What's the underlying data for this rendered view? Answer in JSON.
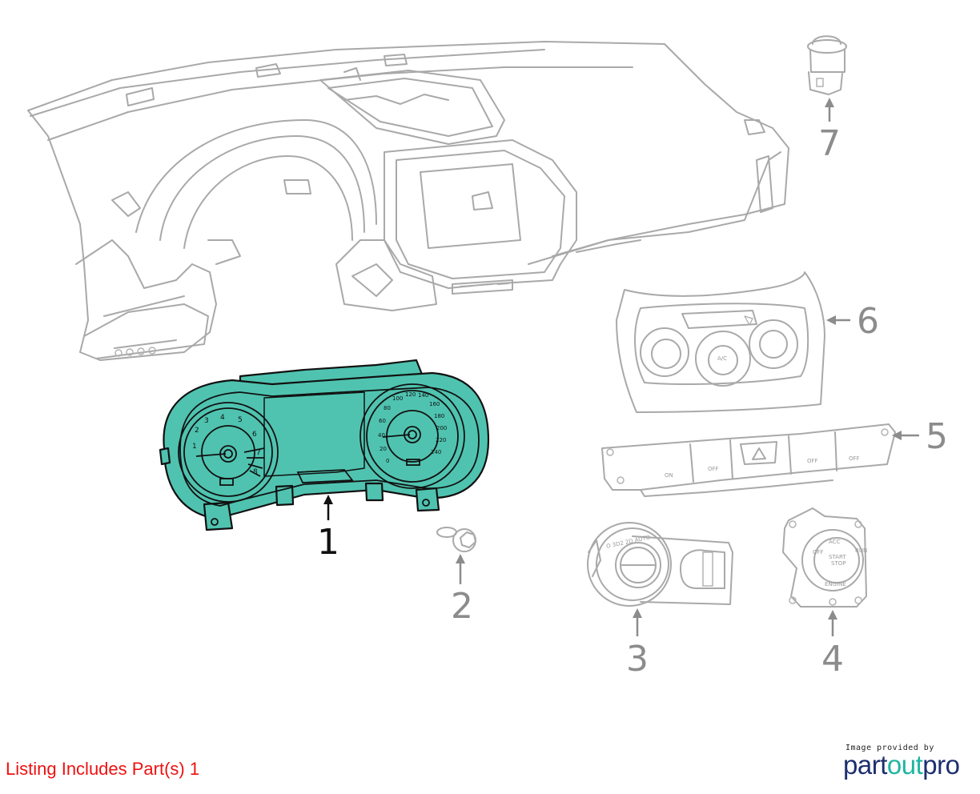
{
  "diagram": {
    "callouts": [
      {
        "number": "1",
        "part": "instrument-cluster",
        "highlighted": true
      },
      {
        "number": "2",
        "part": "bolt"
      },
      {
        "number": "3",
        "part": "headlamp-switch"
      },
      {
        "number": "4",
        "part": "ignition-start-stop-switch"
      },
      {
        "number": "5",
        "part": "switch-bank"
      },
      {
        "number": "6",
        "part": "climate-control-bezel"
      },
      {
        "number": "7",
        "part": "push-button-switch"
      }
    ],
    "cluster": {
      "tach_ticks": [
        "1",
        "2",
        "3",
        "4",
        "5",
        "6",
        "7",
        "8"
      ],
      "speed_ticks": [
        "0",
        "20",
        "40",
        "60",
        "80",
        "100",
        "120",
        "140",
        "160",
        "180",
        "200",
        "220",
        "240"
      ]
    },
    "switch_bank_labels": [
      "ON",
      "OFF",
      "OFF",
      "OFF"
    ],
    "climate_labels": {
      "center_knob": "A/C"
    },
    "headlamp_labels": {
      "positions": "O  3D2  2D  AUTO"
    },
    "ignition_labels": {
      "top": "ACC",
      "right": "RUN",
      "left": "OFF",
      "center_1": "START",
      "center_2": "STOP",
      "bottom": "ENGINE"
    },
    "highlight_color": "#4fc3b0",
    "line_color": "#a9a9a9"
  },
  "footer": {
    "listing_text": "Listing Includes Part(s) 1",
    "listing_color": "#ee1111",
    "credit_text": "Image provided by",
    "brand_part1": "part",
    "brand_part2": "out",
    "brand_part3": "pro",
    "brand_color_dark": "#1d2f6f",
    "brand_color_accent": "#1fb5a2"
  }
}
